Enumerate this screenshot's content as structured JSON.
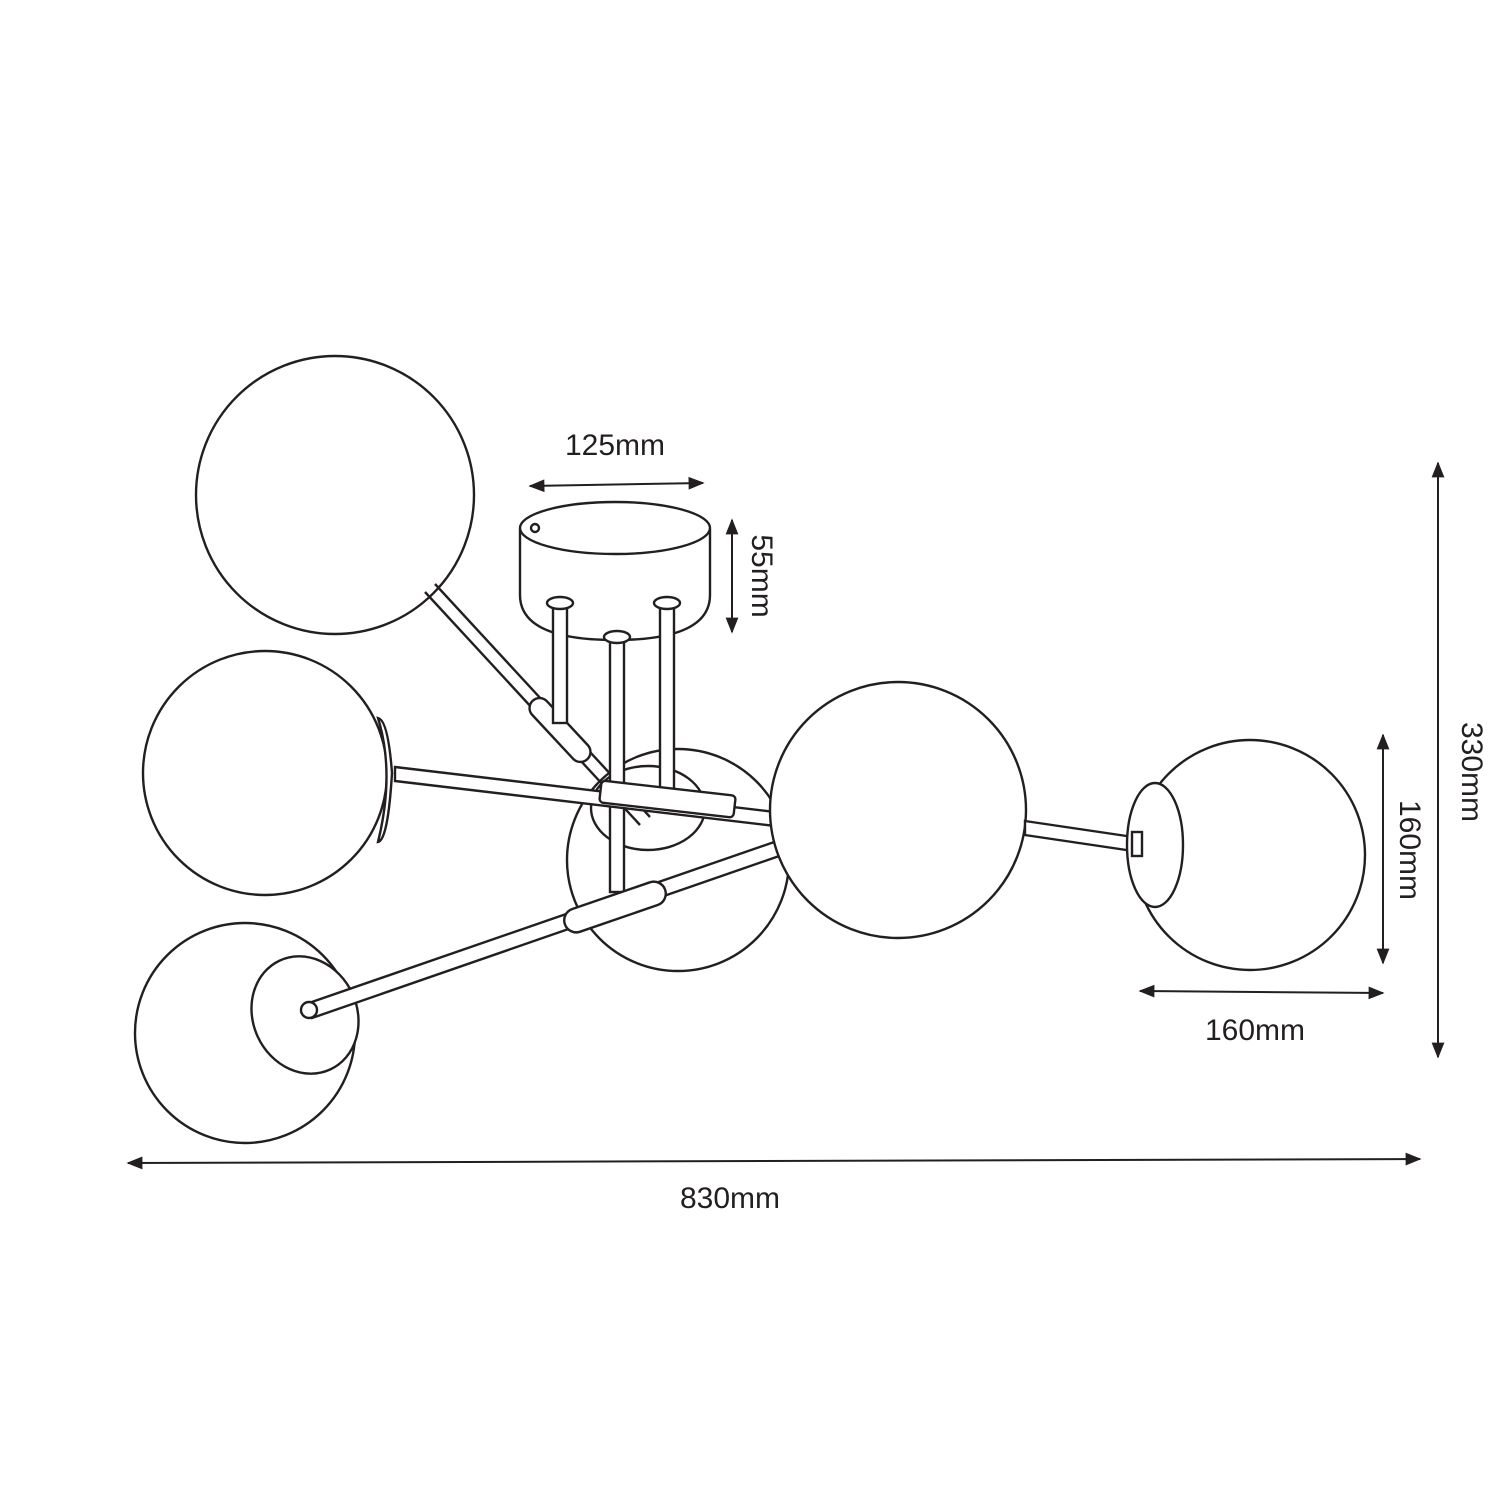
{
  "dimensions": {
    "canopy_width": "125mm",
    "canopy_height": "55mm",
    "total_height": "330mm",
    "globe_height": "160mm",
    "globe_width": "160mm",
    "total_width": "830mm"
  },
  "colors": {
    "line": "#231f20",
    "background": "#ffffff"
  }
}
